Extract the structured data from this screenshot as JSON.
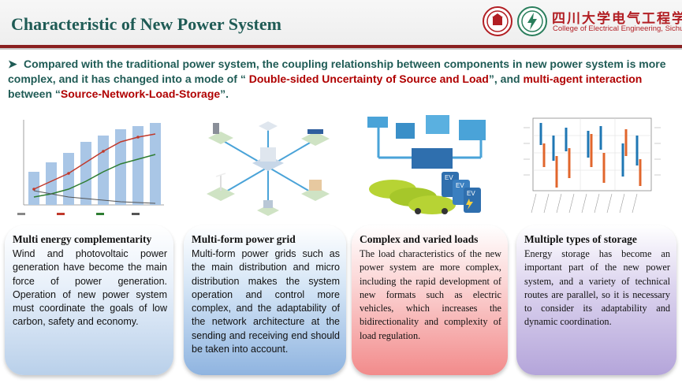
{
  "header": {
    "title": "Characteristic of New Power System",
    "org_cn": "四川大学电气工程学院",
    "org_en": "College of Electrical Engineering, Sichuan University"
  },
  "intro": {
    "part1": "Compared with the traditional power system, the coupling relationship between components in new power system is more complex, and it has changed into a mode of “ ",
    "part2": "Double-sided Uncertainty of Source and Load",
    "part3": "”, and ",
    "part4": "multi-agent interaction",
    "part5": " between “",
    "part6": "Source-Network-Load-Storage",
    "part7": "”."
  },
  "cards": [
    {
      "title": "Multi energy complementarity",
      "text": "Wind and photovoltaic power generation have become the main force of power generation. Operation of new power system must coordinate the goals of low carbon, safety and economy."
    },
    {
      "title": "Multi-form power grid",
      "text": "Multi-form power grids such as the main distribution and micro distribution makes the system operation and control more complex, and the adaptability of the network architecture at the sending and receiving end should be taken into account."
    },
    {
      "title": "Complex and varied loads",
      "text": "The load characteristics of the new power system are more complex, including the rapid development of new formats such as electric vehicles, which increases the bidirectionality and complexity of load regulation."
    },
    {
      "title": "Multiple types of storage",
      "text": "Energy storage has become an important part of the new power system, and a variety of technical routes are parallel, so it is necessary to consider its adaptability and dynamic coordination."
    }
  ],
  "ev_labels": [
    "EV",
    "EV",
    "EV"
  ],
  "colors": {
    "title": "#1f5b55",
    "accent_red": "#b00000",
    "rule": "#8a1f1f",
    "card1": "#b9d0ea",
    "card2": "#8fb4e0",
    "card3": "#f28b8b",
    "card4": "#b4a5da"
  }
}
